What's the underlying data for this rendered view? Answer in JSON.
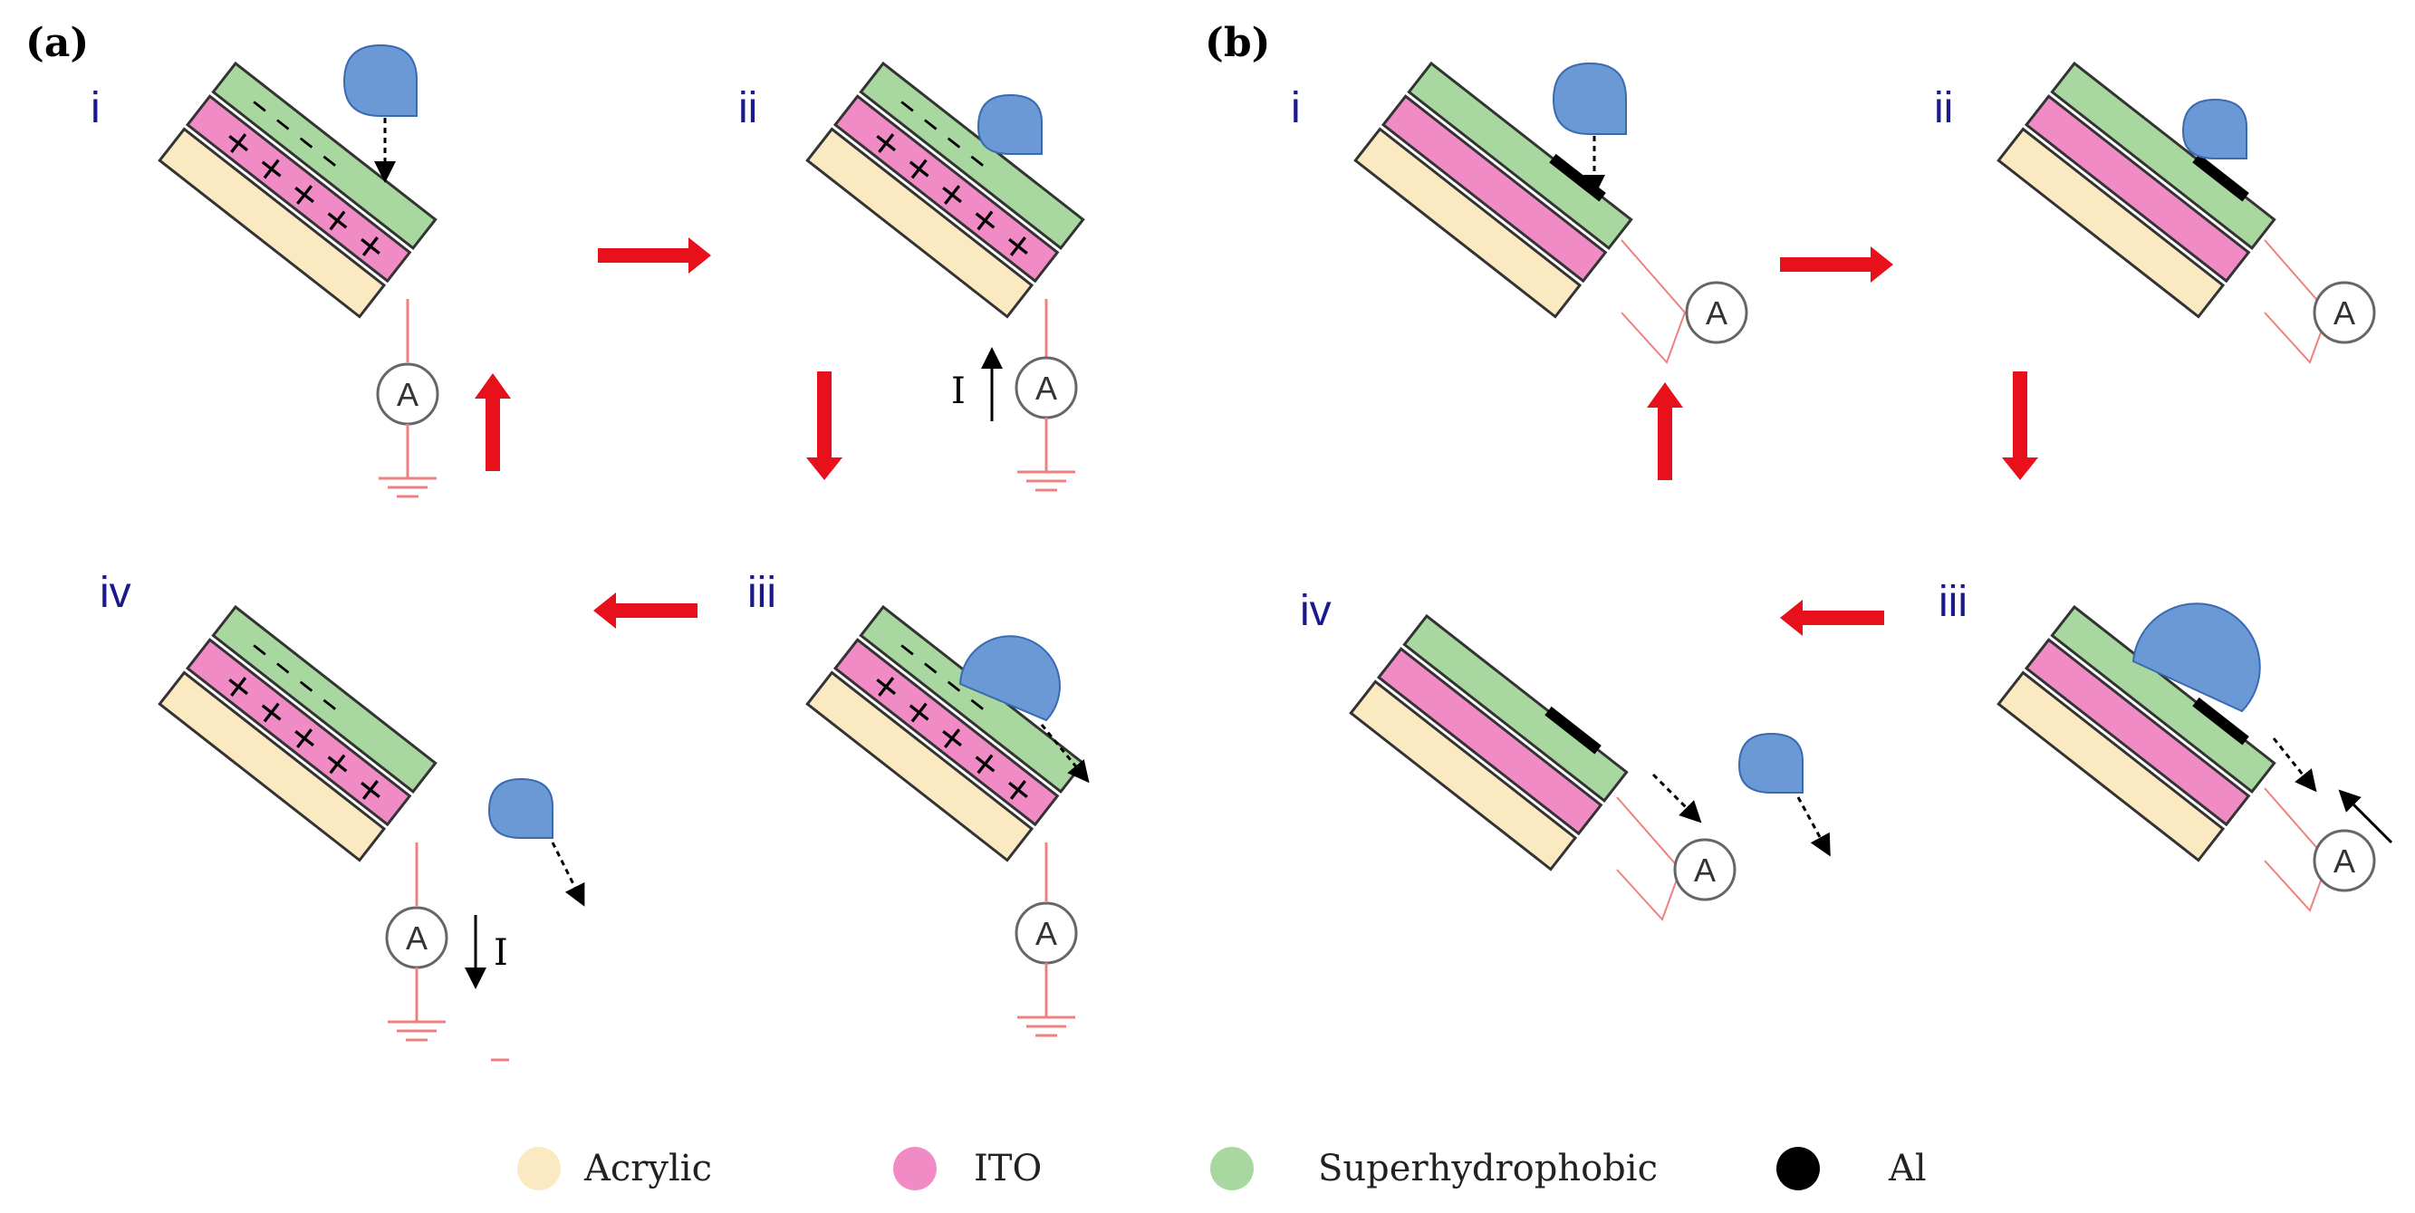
{
  "figure": {
    "panel_a": {
      "label": "(a)",
      "steps": [
        "i",
        "ii",
        "iii",
        "iv"
      ],
      "current_label": "I",
      "ammeter": "A"
    },
    "panel_b": {
      "label": "(b)",
      "steps": [
        "i",
        "ii",
        "iii",
        "iv"
      ],
      "ammeter": "A"
    }
  },
  "legend": [
    {
      "label": "Acrylic",
      "color": "#fbe9c2"
    },
    {
      "label": "ITO",
      "color": "#f08bc6"
    },
    {
      "label": "Superhydrophobic",
      "color": "#a8d8a0"
    },
    {
      "label": "Al",
      "color": "#000000"
    }
  ],
  "colors": {
    "acrylic": "#fbe9c2",
    "ito": "#f08bc6",
    "superhydrophobic": "#a8d8a0",
    "al": "#000000",
    "droplet": "#6b99d6",
    "arrow": "#e8101a",
    "wire": "#f08080"
  }
}
